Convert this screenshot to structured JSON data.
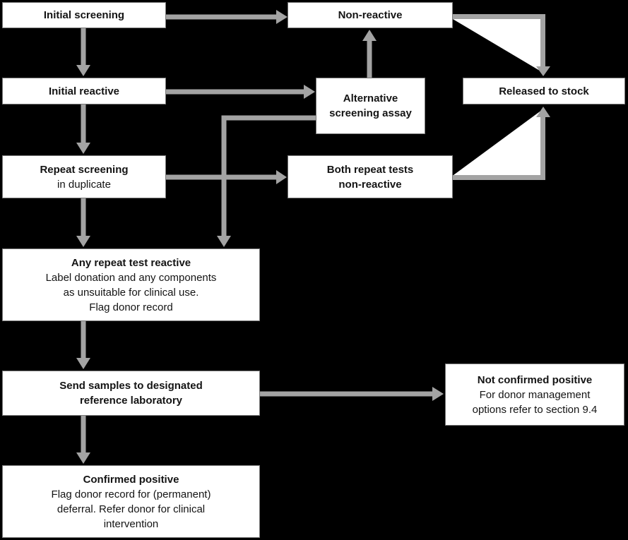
{
  "theme": {
    "background": "#000000",
    "box_fill": "#ffffff",
    "box_border": "#787878",
    "text_color": "#141414",
    "arrow_color": "#a3a3a3"
  },
  "nodes": {
    "initial_screening": {
      "lines": [
        "Initial screening"
      ]
    },
    "non_reactive": {
      "lines": [
        "Non-reactive"
      ]
    },
    "initial_reactive": {
      "lines": [
        "Initial reactive"
      ]
    },
    "alternative_assay": {
      "lines": [
        "Alternative",
        "screening assay"
      ]
    },
    "released_to_stock": {
      "lines": [
        "Released to stock"
      ]
    },
    "repeat_screening": {
      "lines": [
        "Repeat screening",
        "in duplicate"
      ]
    },
    "both_repeat_tests": {
      "lines": [
        "Both repeat tests",
        "non-reactive"
      ]
    },
    "any_repeat_reactive": {
      "lines": [
        "Any repeat test reactive",
        "Label donation and any components",
        "as unsuitable for clinical use.",
        "Flag donor record"
      ]
    },
    "send_samples": {
      "lines": [
        "Send samples to designated",
        "reference laboratory"
      ]
    },
    "not_confirmed": {
      "lines": [
        "Not confirmed positive",
        "For donor management",
        "options refer to section 9.4"
      ]
    },
    "confirmed_positive": {
      "lines": [
        "Confirmed positive",
        "Flag donor record for (permanent)",
        "deferral. Refer donor for clinical",
        "intervention"
      ]
    }
  }
}
